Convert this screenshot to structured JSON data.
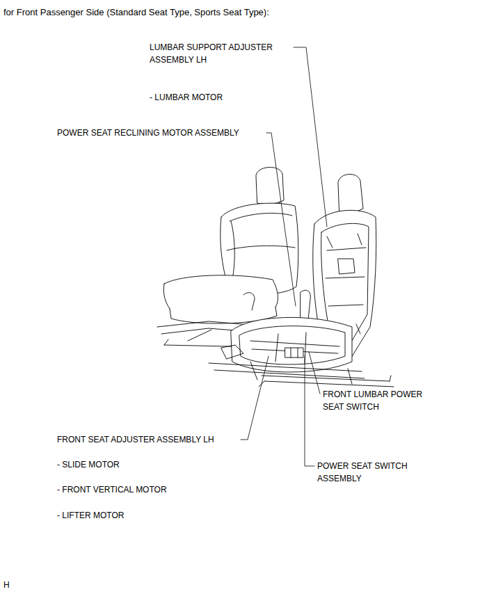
{
  "diagram": {
    "title": "for Front Passenger Side (Standard Seat Type, Sports Seat Type):",
    "labels": [
      "LUMBAR SUPPORT ADJUSTER ASSEMBLY LH",
      "- LUMBAR MOTOR",
      "POWER SEAT RECLINING MOTOR ASSEMBLY",
      "FRONT LUMBAR POWER SEAT SWITCH",
      "FRONT SEAT ADJUSTER ASSEMBLY LH",
      "- SLIDE MOTOR",
      "- FRONT VERTICAL MOTOR",
      "- LIFTER MOTOR",
      "POWER SEAT SWITCH ASSEMBLY",
      "H"
    ]
  }
}
